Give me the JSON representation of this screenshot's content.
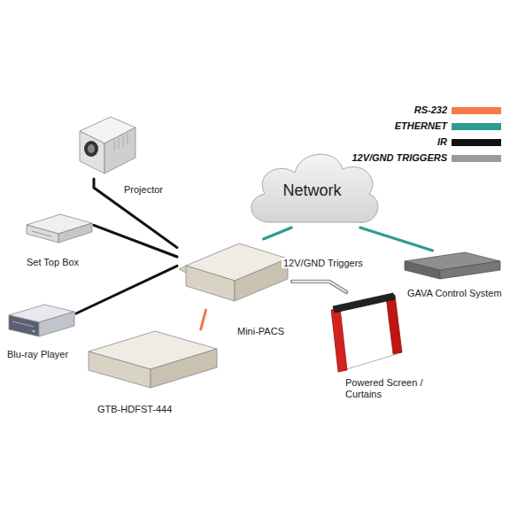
{
  "diagram": {
    "nodes": [
      {
        "text": [
          "Projector"
        ]
      },
      {
        "text": [
          "Network"
        ]
      },
      {
        "text": [
          "Set Top Box"
        ]
      },
      {
        "text": [
          "Mini-PACS"
        ]
      },
      {
        "text": [
          "GAVA Control System"
        ]
      },
      {
        "text": [
          "Blu-ray Player"
        ]
      },
      {
        "text": [
          "Powered Screen / Curtains"
        ]
      },
      {
        "text": [
          "GTB-HDFST-444"
        ]
      }
    ],
    "edges": [
      {
        "from": 0,
        "to": 3,
        "arrow": "none"
      },
      {
        "from": 2,
        "to": 3,
        "arrow": "none"
      },
      {
        "from": 5,
        "to": 3,
        "arrow": "none"
      },
      {
        "from": 3,
        "to": 1,
        "arrow": "none"
      },
      {
        "from": 1,
        "to": 4,
        "arrow": "none"
      },
      {
        "from": 3,
        "to": 6,
        "label": "12V/GND Triggers",
        "arrow": "none"
      },
      {
        "from": 7,
        "to": 3,
        "arrow": "none"
      }
    ],
    "legend": [
      {
        "text": "RS-232",
        "color": "#f47a4a"
      },
      {
        "text": "ETHERNET",
        "color": "#2e9c8c"
      },
      {
        "text": "IR",
        "color": "#111111"
      },
      {
        "text": "12V/GND TRIGGERS",
        "color": "#9a9a9a"
      }
    ]
  }
}
